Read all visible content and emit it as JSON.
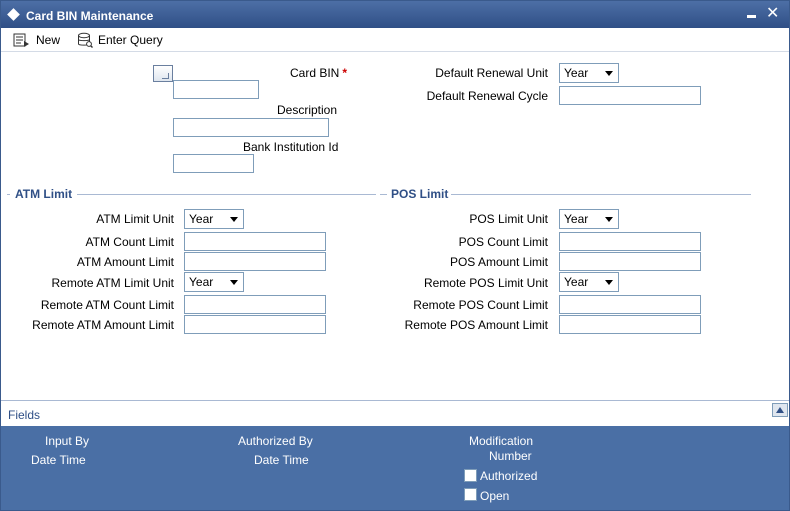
{
  "window": {
    "title": "Card BIN Maintenance"
  },
  "toolbar": {
    "new_label": "New",
    "enter_query_label": "Enter Query"
  },
  "header": {
    "card_bin_label": "Card BIN",
    "card_bin_required": "*",
    "description_label": "Description",
    "bank_institution_label": "Bank Institution Id",
    "default_renewal_unit_label": "Default Renewal Unit",
    "default_renewal_unit_value": "Year",
    "default_renewal_cycle_label": "Default Renewal Cycle"
  },
  "atm": {
    "section_title": "ATM Limit",
    "limit_unit_label": "ATM Limit Unit",
    "limit_unit_value": "Year",
    "count_limit_label": "ATM Count Limit",
    "amount_limit_label": "ATM Amount Limit",
    "remote_limit_unit_label": "Remote ATM Limit Unit",
    "remote_limit_unit_value": "Year",
    "remote_count_limit_label": "Remote ATM Count Limit",
    "remote_amount_limit_label": "Remote ATM Amount Limit"
  },
  "pos": {
    "section_title": "POS Limit",
    "limit_unit_label": "POS Limit Unit",
    "limit_unit_value": "Year",
    "count_limit_label": "POS Count Limit",
    "amount_limit_label": "POS Amount Limit",
    "remote_limit_unit_label": "Remote POS Limit Unit",
    "remote_limit_unit_value": "Year",
    "remote_count_limit_label": "Remote POS Count Limit",
    "remote_amount_limit_label": "Remote POS Amount Limit"
  },
  "fields_bar": {
    "label": "Fields"
  },
  "footer": {
    "input_by": "Input By",
    "date_time_1": "Date Time",
    "authorized_by": "Authorized By",
    "date_time_2": "Date Time",
    "modification": "Modification",
    "number": "Number",
    "authorized": "Authorized",
    "open": "Open"
  }
}
